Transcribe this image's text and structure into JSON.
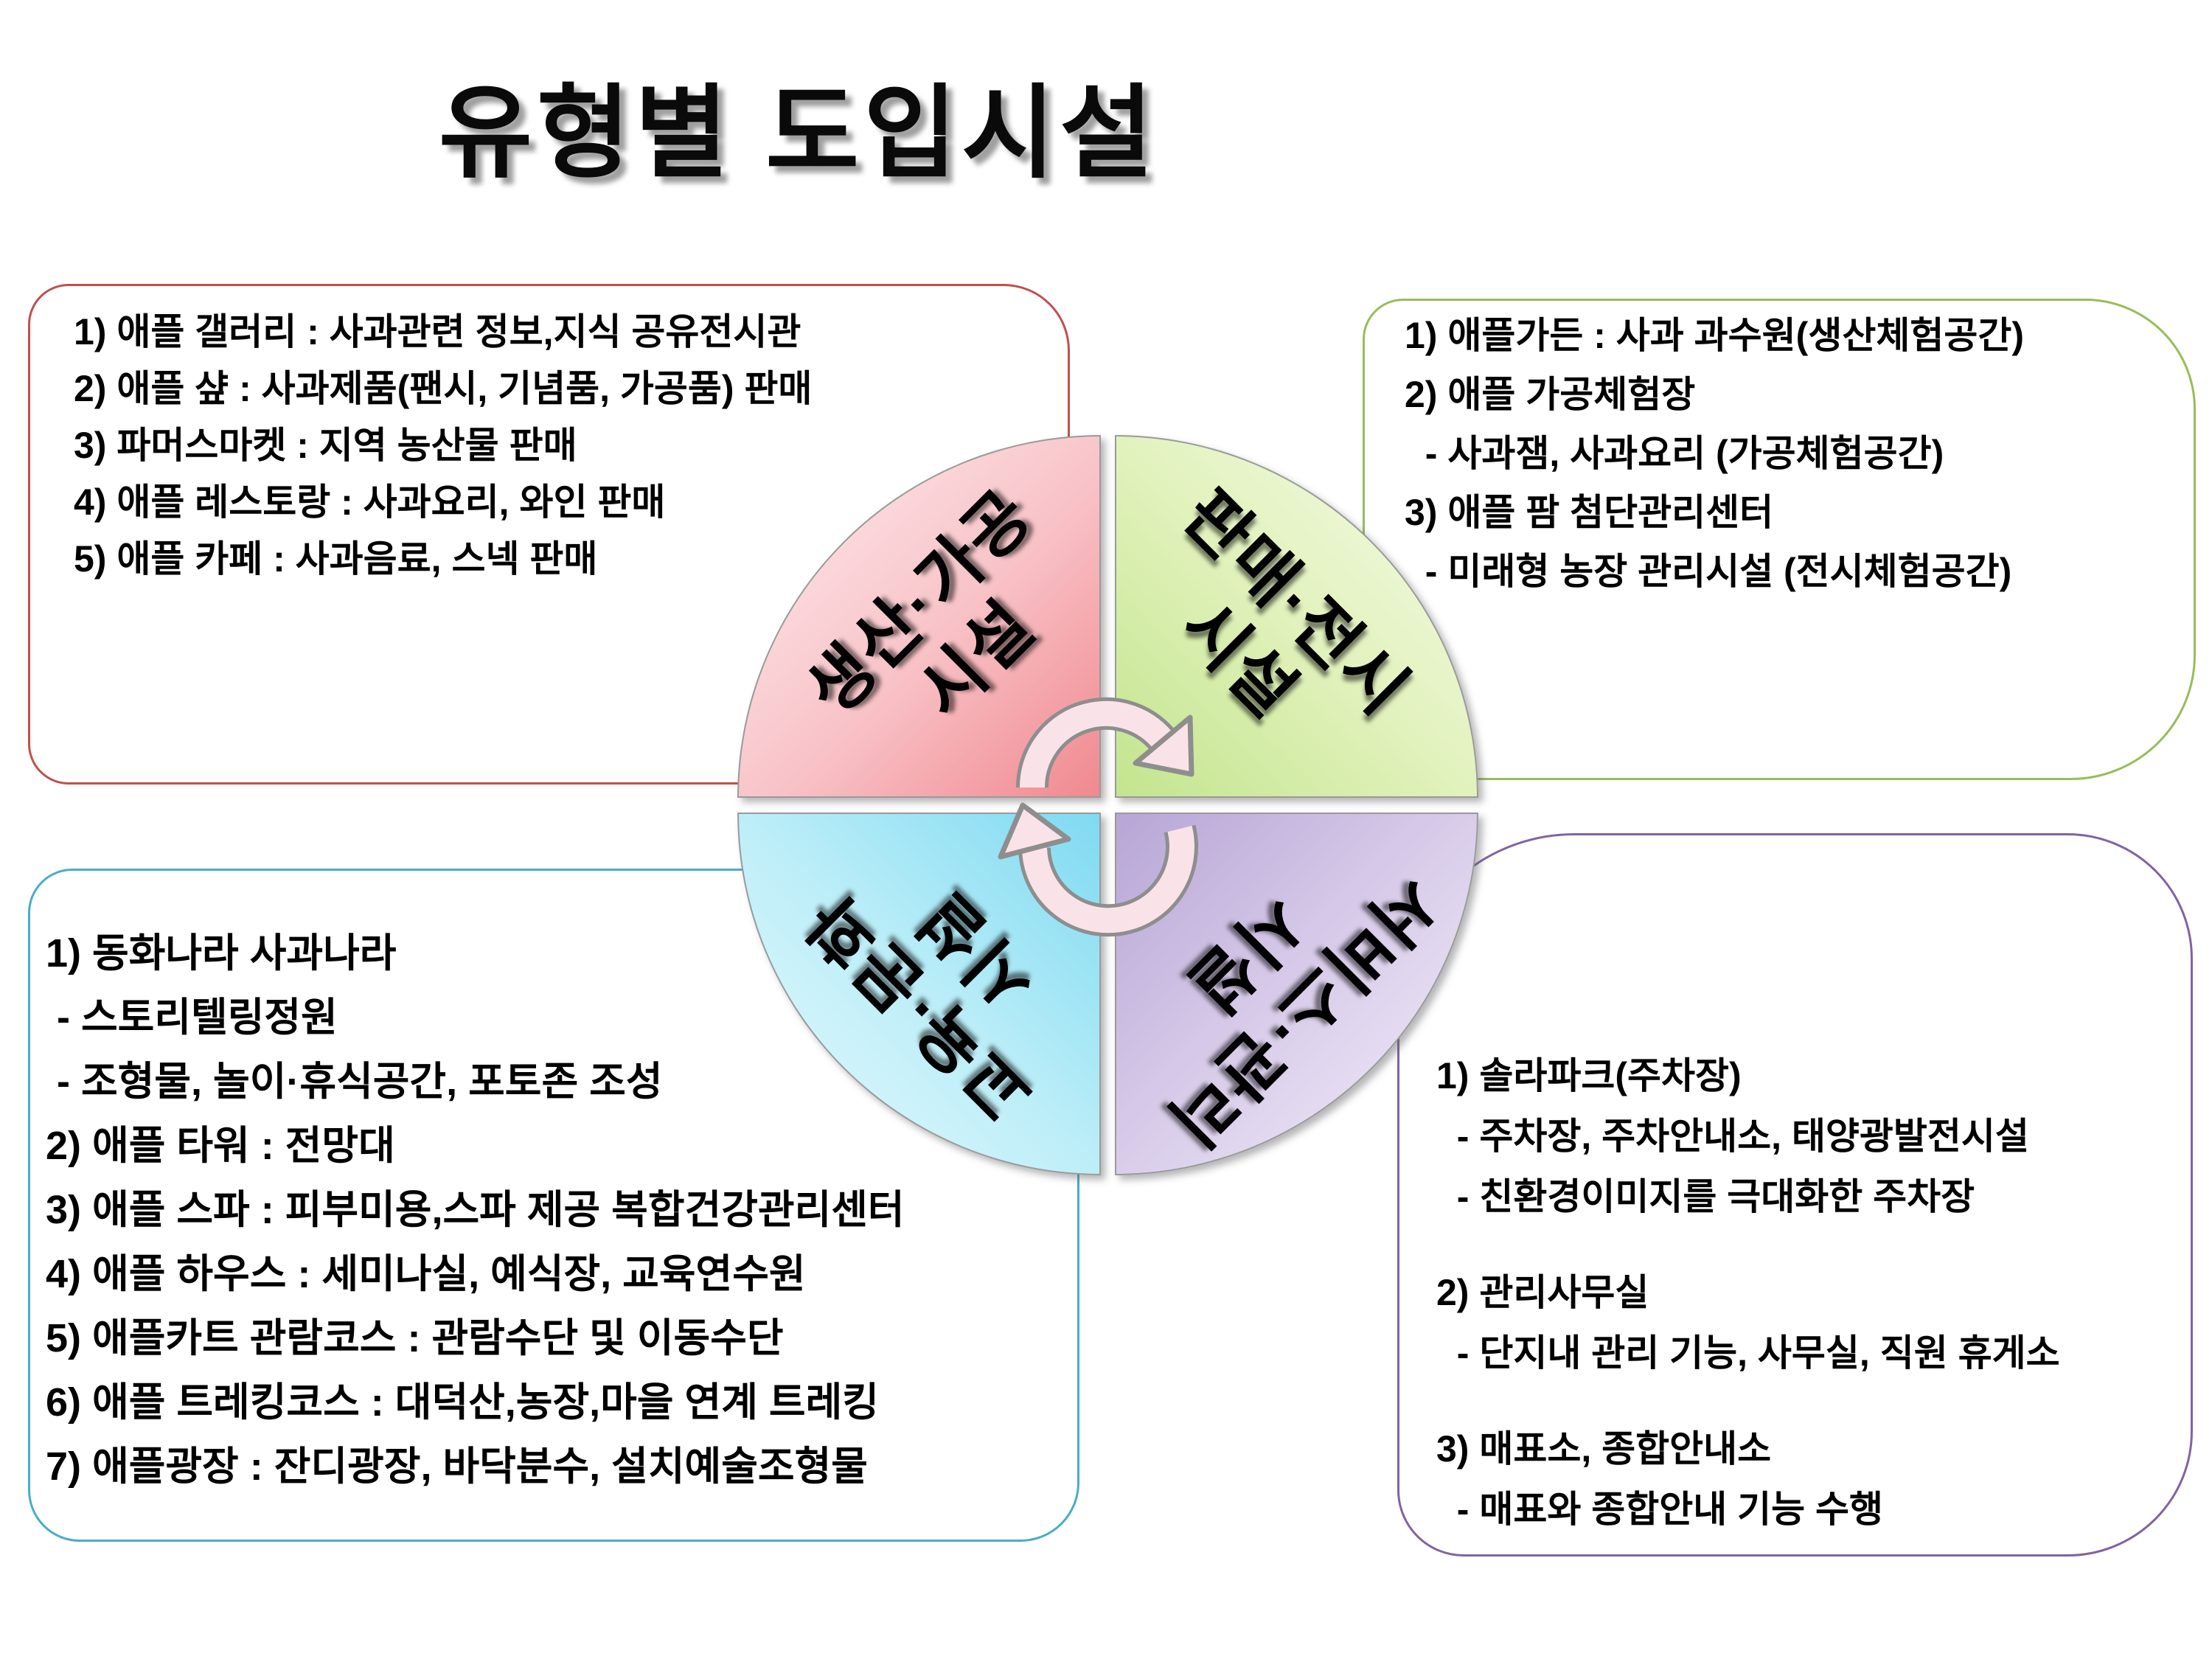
{
  "title": "유형별 도입시설",
  "boxes": {
    "production_processing": {
      "border_color": "#C0504D",
      "items": [
        "1) 애플 갤러리 : 사과관련 정보,지식 공유전시관",
        "2) 애플 샾 : 사과제품(팬시, 기념품, 가공품) 판매",
        "3) 파머스마켓 : 지역 농산물 판매",
        "4) 애플 레스토랑 : 사과요리, 와인 판매",
        "5) 애플 카페 : 사과음료, 스넥 판매"
      ]
    },
    "sales_exhibition": {
      "border_color": "#9BBB59",
      "items": [
        "1) 애플가든 : 사과 과수원(생산체험공간)",
        "2) 애플 가공체험장",
        "  - 사과잼, 사과요리 (가공체험공간)",
        "3) 애플 팜 첨단관리센터",
        "  - 미래형 농장 관리시설 (전시체험공간)"
      ]
    },
    "education_culture": {
      "border_color": "#4BACC6",
      "items": [
        "1) 동화나라 사과나라",
        " - 스토리텔링정원",
        " - 조형물, 놀이·휴식공간, 포토존 조성",
        "2) 애플 타워 : 전망대",
        "3) 애플 스파 : 피부미용,스파 제공 복합건강관리센터",
        "4) 애플 하우스 : 세미나실, 예식장, 교육연수원",
        "5) 애플카트 관람코스 : 관람수단 및 이동수단",
        "6) 애플 트레킹코스 : 대덕산,농장,마을 연계 트레킹",
        "7) 애플광장 : 잔디광장, 바닥분수, 설치예술조형물"
      ]
    },
    "service_management": {
      "border_color": "#8064A2",
      "items": [
        "1) 솔라파크(주차장)",
        "  - 주차장, 주차안내소, 태양광발전시설",
        "  - 친환경이미지를 극대화한 주차장",
        "",
        "2) 관리사무실",
        "  - 단지내 관리 기능, 사무실, 직원 휴게소",
        "",
        "3) 매표소, 종합안내소",
        "  - 매표와 종합안내 기능 수행"
      ]
    }
  },
  "wheel": {
    "quadrants": [
      {
        "id": "production_processing",
        "line1": "생산·가공",
        "line2": "시설",
        "color_outer": "#FDEEF0",
        "color_inner": "#F0898F"
      },
      {
        "id": "sales_exhibition",
        "line1": "판매·전시",
        "line2": "시설",
        "color_outer": "#F6FBEC",
        "color_inner": "#C3E58E"
      },
      {
        "id": "education_culture",
        "line1": "교육·문화",
        "line2": "시설",
        "color_outer": "#EAFAFD",
        "color_inner": "#7FDAF2"
      },
      {
        "id": "service_management",
        "line1": "서비스·관리",
        "line2": "시설",
        "color_outer": "#F4F0FA",
        "color_inner": "#B7A6D6"
      }
    ],
    "arrow_fill": "#FAE3E8",
    "arrow_outline": "#8E8E8E"
  }
}
